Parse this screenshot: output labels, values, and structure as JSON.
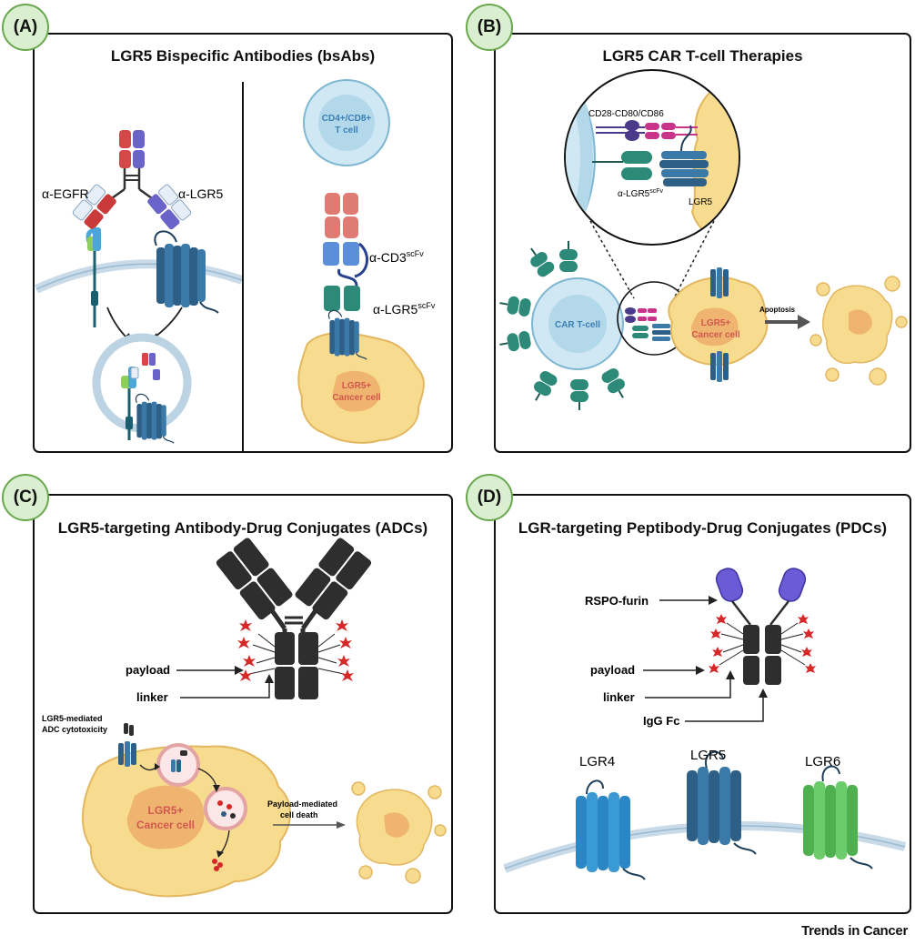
{
  "panels": {
    "a": {
      "badge": "(A)",
      "title": "LGR5 Bispecific Antibodies (bsAbs)",
      "label_egfr": "α-EGFR",
      "label_lgr5": "α-LGR5",
      "tcell": [
        "CD4+/CD8+",
        "T cell"
      ],
      "label_cd3": "α-CD3",
      "label_cd3_sup": "scFv",
      "label_lgr5_scfv": "α-LGR5",
      "label_lgr5_scfv_sup": "scFv",
      "cancer": [
        "LGR5+",
        "Cancer cell"
      ]
    },
    "b": {
      "badge": "(B)",
      "title": "LGR5 CAR T-cell Therapies",
      "costim": "CD28-CD80/CD86",
      "scfv": "α-LGR5",
      "scfv_sup": "scFv",
      "lgr5": "LGR5",
      "car": "CAR T-cell",
      "cancer": [
        "LGR5+",
        "Cancer cell"
      ],
      "apoptosis": "Apoptosis"
    },
    "c": {
      "badge": "(C)",
      "title": "LGR5-targeting Antibody-Drug Conjugates (ADCs)",
      "payload": "payload",
      "linker": "linker",
      "cytotox": [
        "LGR5-mediated",
        "ADC cytotoxicity"
      ],
      "cancer": [
        "LGR5+",
        "Cancer cell"
      ],
      "death": [
        "Payload-mediated",
        "cell death"
      ]
    },
    "d": {
      "badge": "(D)",
      "title": "LGR-targeting Peptibody-Drug Conjugates (PDCs)",
      "rspo": "RSPO-furin",
      "payload": "payload",
      "linker": "linker",
      "fc": "IgG Fc",
      "receptors": [
        "LGR4",
        "LGR5",
        "LGR6"
      ]
    }
  },
  "footer": "Trends in Cancer",
  "colors": {
    "badge_fill": "#d9efcf",
    "badge_border": "#6aa84f",
    "lgr5_receptor": "#2e5f86",
    "lgr4_receptor": "#2a86c4",
    "lgr6_receptor": "#5fbf5f",
    "cancer_cell": "#f7dc8f",
    "t_cell": "#cfe8f3",
    "antibody_dark": "#2e2e2e",
    "payload_red": "#d62828"
  }
}
